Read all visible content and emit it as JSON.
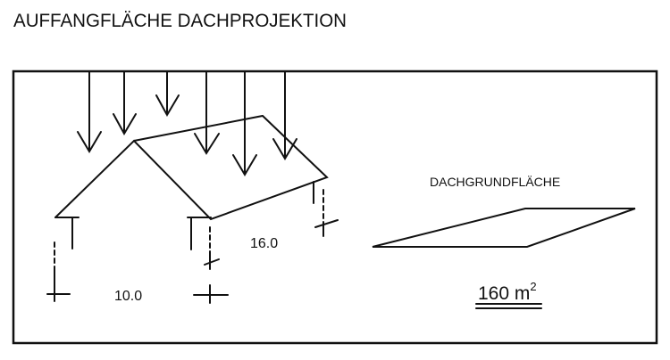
{
  "title": "AUFFANGFLÄCHE DACHPROJEKTION",
  "house": {
    "width_label": "10.0",
    "length_label": "16.0"
  },
  "footprint": {
    "label": "DACHGRUNDFLÄCHE",
    "area_value": "160 m",
    "area_exp": "2"
  }
}
